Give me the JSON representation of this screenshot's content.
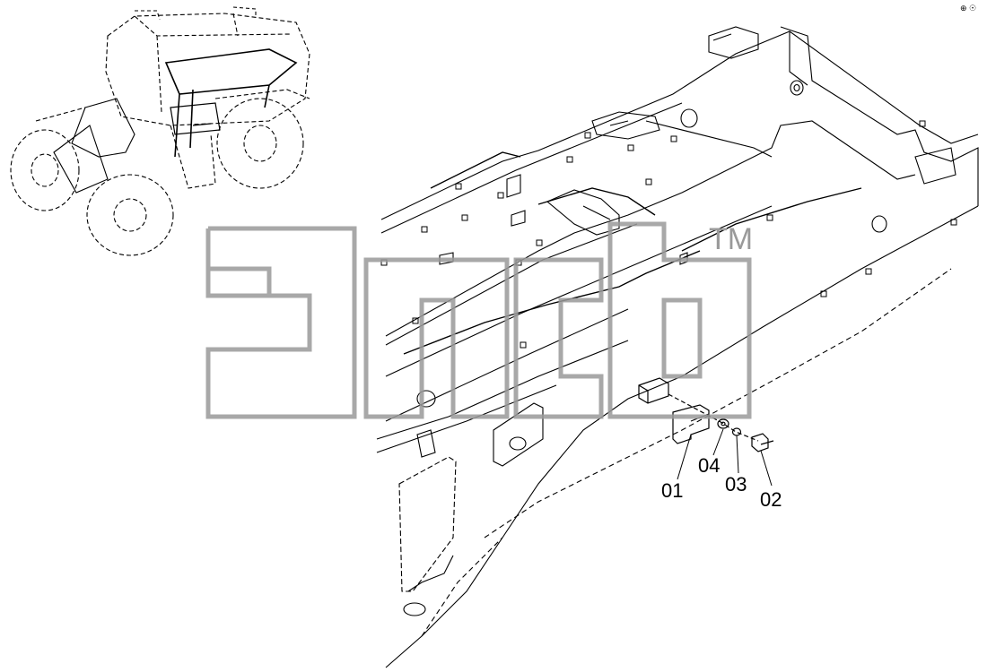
{
  "corner_mark": "⊕ ☉",
  "watermark": {
    "logo_text": "эпсб",
    "trademark": "TM"
  },
  "callouts": [
    {
      "id": "01",
      "label": "01"
    },
    {
      "id": "04",
      "label": "04"
    },
    {
      "id": "03",
      "label": "03"
    },
    {
      "id": "02",
      "label": "02"
    }
  ],
  "colors": {
    "line": "#000000",
    "watermark": "#9a9a9a",
    "background": "#ffffff"
  }
}
